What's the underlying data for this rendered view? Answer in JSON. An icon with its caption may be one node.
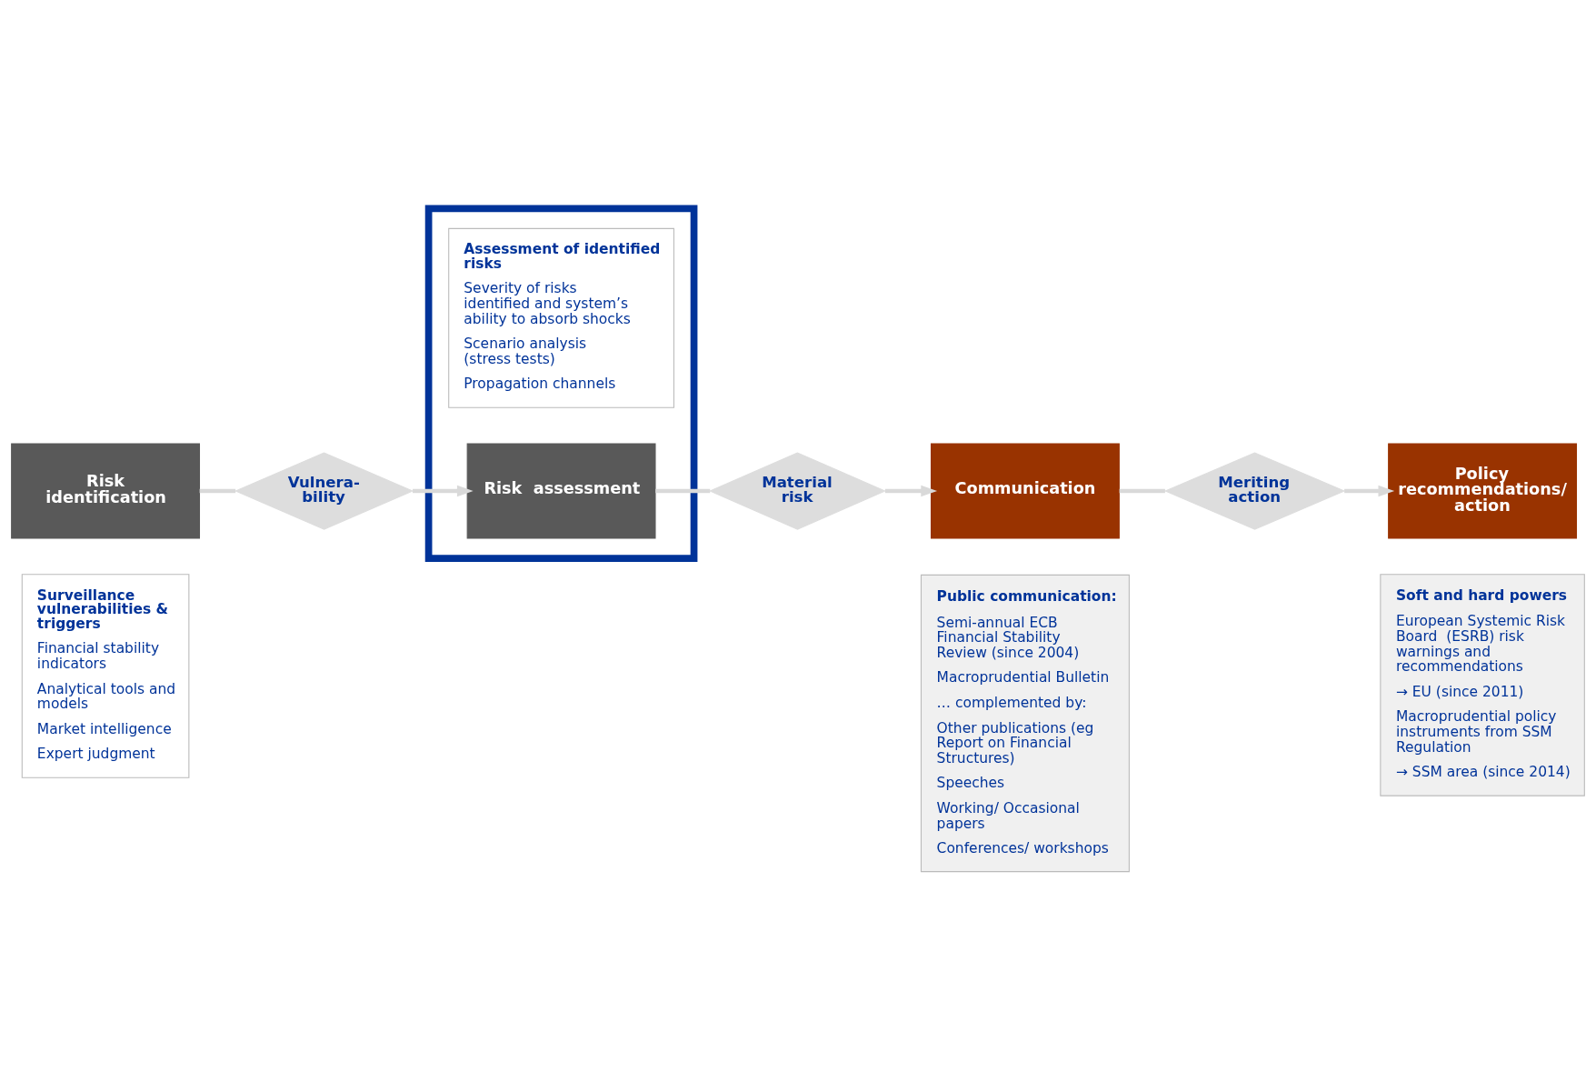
{
  "diagram": {
    "nodes": [
      {
        "text": [
          "Risk identification"
        ]
      },
      {
        "text": [
          "Vulnera- bility"
        ]
      },
      {
        "text": [],
        "shape": "box"
      },
      {
        "text": [
          "Risk  assessment"
        ],
        "in": 2
      },
      {
        "text": [
          "Material risk"
        ]
      },
      {
        "text": [
          "Communication"
        ]
      },
      {
        "text": [
          "Meriting action"
        ]
      },
      {
        "text": [
          "Policy recommendations/ action"
        ]
      },
      {
        "text": [
          "Surveillance vulnerabilities & triggers",
          "Financial stability indicators",
          "Analytical tools and models",
          "Market intelligence",
          "Expert judgment"
        ]
      },
      {
        "text": [
          "Assessment of identified risks",
          "Severity of risks identified and system’s ability to absorb shocks",
          "Scenario analysis (stress tests)",
          "Propagation channels"
        ],
        "in": 2
      },
      {
        "text": [
          "Public communication:",
          "Semi-annual ECB Financial Stability Review (since 2004)",
          "Macroprudential Bulletin",
          "… complemented by:",
          "Other publications (eg Report on Financial Structures)",
          "Speeches",
          "Working/ Occasional papers",
          "Conferences/ workshops"
        ]
      },
      {
        "text": [
          "Soft and hard powers",
          "European Systemic Risk Board  (ESRB) risk warnings and recommendations",
          "→ EU (since 2011)",
          "Macroprudential policy instruments from SSM Regulation",
          "→ SSM area (since 2014)"
        ]
      }
    ],
    "edges": [
      {
        "from": 0,
        "to": 1,
        "arrow": "none"
      },
      {
        "from": 1,
        "to": 3,
        "arrow": "to"
      },
      {
        "from": 3,
        "to": 4,
        "arrow": "none"
      },
      {
        "from": 4,
        "to": 5,
        "arrow": "to"
      },
      {
        "from": 5,
        "to": 6,
        "arrow": "none"
      },
      {
        "from": 6,
        "to": 7,
        "arrow": "to"
      }
    ]
  }
}
